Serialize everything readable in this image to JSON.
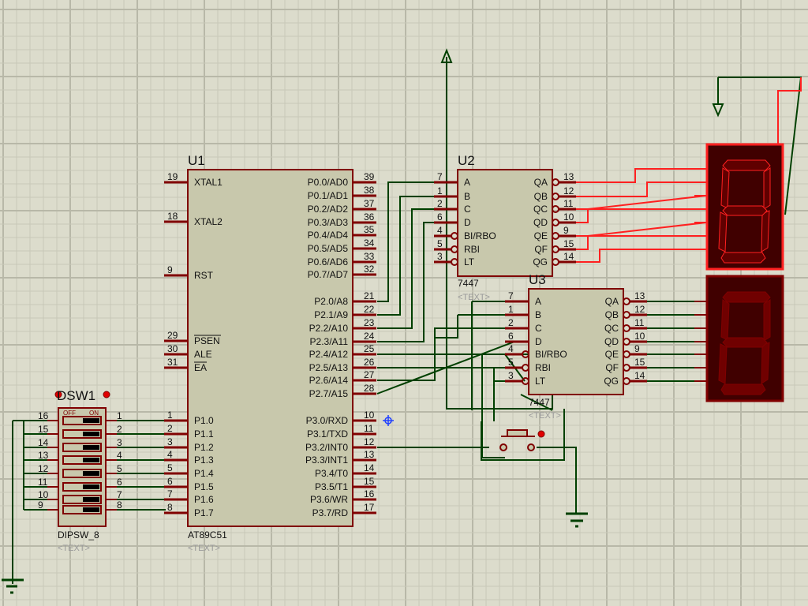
{
  "colors": {
    "background": "#dcdccc",
    "grid_minor": "#c8c8b8",
    "grid_major": "#b8b8a8",
    "component_body": "#c8c8ac",
    "component_border": "#800000",
    "wire": "#004000",
    "active_wire": "#ff2020",
    "display_bg": "#400000",
    "segment_on": "#800000"
  },
  "u1": {
    "ref": "U1",
    "part": "AT89C51",
    "text_placeholder": "<TEXT>",
    "left_pins": [
      {
        "num": "19",
        "name": "XTAL1"
      },
      {
        "num": "18",
        "name": "XTAL2"
      },
      {
        "num": "9",
        "name": "RST"
      },
      {
        "num": "29",
        "name": "PSEN"
      },
      {
        "num": "30",
        "name": "ALE"
      },
      {
        "num": "31",
        "name": "EA"
      },
      {
        "num": "1",
        "name": "P1.0"
      },
      {
        "num": "2",
        "name": "P1.1"
      },
      {
        "num": "3",
        "name": "P1.2"
      },
      {
        "num": "4",
        "name": "P1.3"
      },
      {
        "num": "5",
        "name": "P1.4"
      },
      {
        "num": "6",
        "name": "P1.5"
      },
      {
        "num": "7",
        "name": "P1.6"
      },
      {
        "num": "8",
        "name": "P1.7"
      }
    ],
    "right_pins": [
      {
        "num": "39",
        "name": "P0.0/AD0"
      },
      {
        "num": "38",
        "name": "P0.1/AD1"
      },
      {
        "num": "37",
        "name": "P0.2/AD2"
      },
      {
        "num": "36",
        "name": "P0.3/AD3"
      },
      {
        "num": "35",
        "name": "P0.4/AD4"
      },
      {
        "num": "34",
        "name": "P0.5/AD5"
      },
      {
        "num": "33",
        "name": "P0.6/AD6"
      },
      {
        "num": "32",
        "name": "P0.7/AD7"
      },
      {
        "num": "21",
        "name": "P2.0/A8"
      },
      {
        "num": "22",
        "name": "P2.1/A9"
      },
      {
        "num": "23",
        "name": "P2.2/A10"
      },
      {
        "num": "24",
        "name": "P2.3/A11"
      },
      {
        "num": "25",
        "name": "P2.4/A12"
      },
      {
        "num": "26",
        "name": "P2.5/A13"
      },
      {
        "num": "27",
        "name": "P2.6/A14"
      },
      {
        "num": "28",
        "name": "P2.7/A15"
      },
      {
        "num": "10",
        "name": "P3.0/RXD"
      },
      {
        "num": "11",
        "name": "P3.1/TXD"
      },
      {
        "num": "12",
        "name": "P3.2/INT0"
      },
      {
        "num": "13",
        "name": "P3.3/INT1"
      },
      {
        "num": "14",
        "name": "P3.4/T0"
      },
      {
        "num": "15",
        "name": "P3.5/T1"
      },
      {
        "num": "16",
        "name": "P3.6/WR"
      },
      {
        "num": "17",
        "name": "P3.7/RD"
      }
    ]
  },
  "u2": {
    "ref": "U2",
    "part": "7447",
    "text_placeholder": "<TEXT>",
    "left_pins": [
      {
        "num": "7",
        "name": "A"
      },
      {
        "num": "1",
        "name": "B"
      },
      {
        "num": "2",
        "name": "C"
      },
      {
        "num": "6",
        "name": "D"
      },
      {
        "num": "4",
        "name": "BI/RBO"
      },
      {
        "num": "5",
        "name": "RBI"
      },
      {
        "num": "3",
        "name": "LT"
      }
    ],
    "right_pins": [
      {
        "num": "13",
        "name": "QA"
      },
      {
        "num": "12",
        "name": "QB"
      },
      {
        "num": "11",
        "name": "QC"
      },
      {
        "num": "10",
        "name": "QD"
      },
      {
        "num": "9",
        "name": "QE"
      },
      {
        "num": "15",
        "name": "QF"
      },
      {
        "num": "14",
        "name": "QG"
      }
    ]
  },
  "u3": {
    "ref": "U3",
    "part": "7447",
    "text_placeholder": "<TEXT>",
    "left_pins": [
      {
        "num": "7",
        "name": "A"
      },
      {
        "num": "1",
        "name": "B"
      },
      {
        "num": "2",
        "name": "C"
      },
      {
        "num": "6",
        "name": "D"
      },
      {
        "num": "4",
        "name": "BI/RBO"
      },
      {
        "num": "5",
        "name": "RBI"
      },
      {
        "num": "3",
        "name": "LT"
      }
    ],
    "right_pins": [
      {
        "num": "13",
        "name": "QA"
      },
      {
        "num": "12",
        "name": "QB"
      },
      {
        "num": "11",
        "name": "QC"
      },
      {
        "num": "10",
        "name": "QD"
      },
      {
        "num": "9",
        "name": "QE"
      },
      {
        "num": "15",
        "name": "QF"
      },
      {
        "num": "14",
        "name": "QG"
      }
    ]
  },
  "dsw1": {
    "ref": "DSW1",
    "part": "DIPSW_8",
    "text_placeholder": "<TEXT>",
    "off_label": "OFF",
    "on_label": "ON",
    "left_pins": [
      "16",
      "15",
      "14",
      "13",
      "12",
      "11",
      "10",
      "9"
    ],
    "right_pins": [
      "1",
      "2",
      "3",
      "4",
      "5",
      "6",
      "7",
      "8"
    ],
    "switch_states": [
      "on",
      "on",
      "on",
      "on",
      "on",
      "on",
      "on",
      "on"
    ]
  },
  "displays": [
    {
      "name": "seven-seg-display-top",
      "digit_shown": "8",
      "state": "active"
    },
    {
      "name": "seven-seg-display-bottom",
      "digit_shown": "blank",
      "state": "inactive"
    }
  ]
}
